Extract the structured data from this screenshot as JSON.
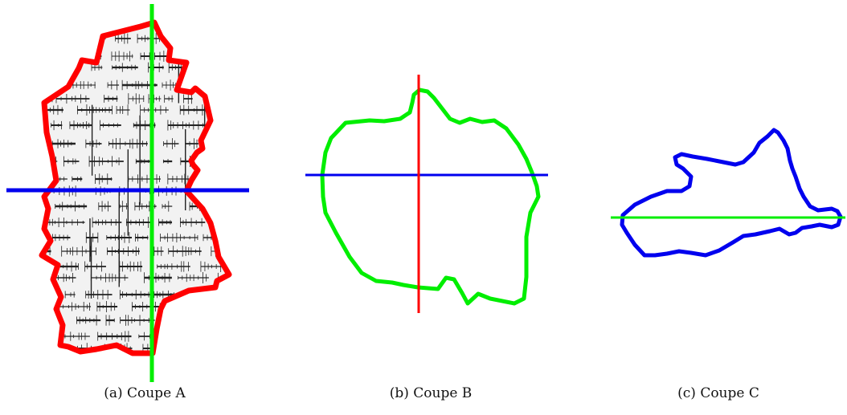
{
  "colors": {
    "red": "#ff0000",
    "green": "#00ee00",
    "blue": "#0000ee",
    "hatch_fill": "#f2f2f2",
    "hatch_lines": "#222222"
  },
  "panels": [
    {
      "id": "a",
      "caption": "(a) Coupe A",
      "outline_color": "red",
      "vertical_axis": "green",
      "horizontal_axis": "blue",
      "textured_fill": true
    },
    {
      "id": "b",
      "caption": "(b) Coupe B",
      "outline_color": "green",
      "vertical_axis": "red",
      "horizontal_axis": "blue",
      "textured_fill": false
    },
    {
      "id": "c",
      "caption": "(c) Coupe C",
      "outline_color": "blue",
      "vertical_axis": null,
      "horizontal_axis": "green",
      "textured_fill": false
    }
  ]
}
